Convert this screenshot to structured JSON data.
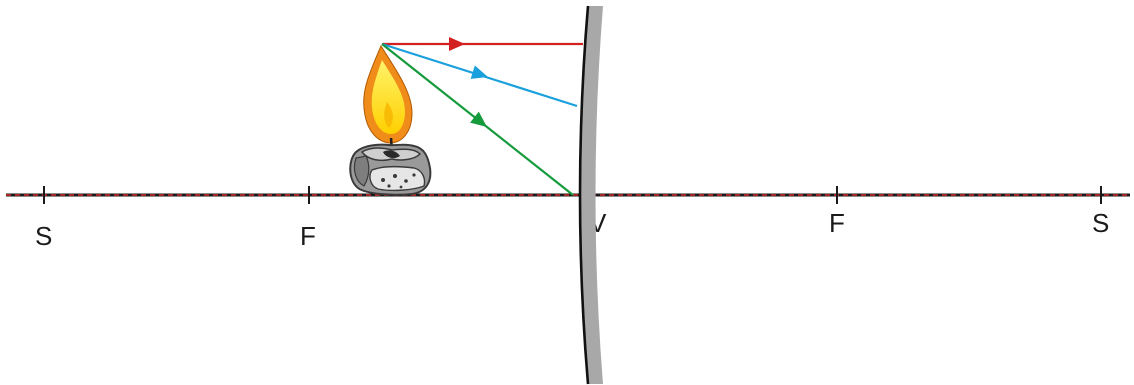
{
  "diagram": {
    "labels": {
      "s_left": "S",
      "f_left": "F",
      "vertex": "V",
      "f_right": "F",
      "s_right": "S"
    },
    "colors": {
      "axis_dash": "#d42a2a",
      "axis_line": "#1a1a1a",
      "mirror_fill": "#a8a8a8",
      "mirror_edge": "#111111",
      "ray_parallel": "#d32020",
      "ray_focal": "#1aa0dc",
      "ray_vertex": "#159a3c",
      "flame_outer": "#f08c1a",
      "flame_inner": "#ffe21a",
      "candle_body": "#9a9a9a"
    },
    "icons": {
      "object": "candle-flame-icon"
    }
  }
}
